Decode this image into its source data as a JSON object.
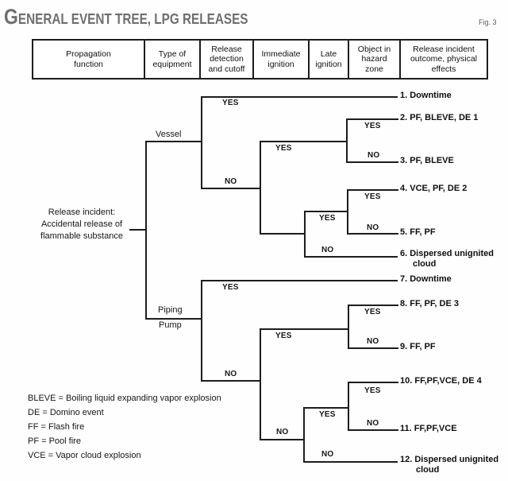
{
  "title": "GENERAL EVENT TREE, LPG RELEASES",
  "fig_label": "Fig. 3",
  "header_columns": [
    "Propagation\nfunction",
    "Type of\nequipment",
    "Release\ndetection\nand cutoff",
    "Immediate\nignition",
    "Late\nignition",
    "Object in\nhazard\nzone",
    "Release incident\noutcome, physical\neffects"
  ],
  "root_label": "Release incident:\nAccidental release of\nflammable substance",
  "labels": {
    "yes": "YES",
    "no": "NO",
    "vessel": "Vessel",
    "piping": "Piping",
    "pump": "Pump"
  },
  "outcomes": [
    {
      "text": "1. Downtime",
      "line2": ""
    },
    {
      "text": "2. PF, BLEVE, DE 1",
      "line2": ""
    },
    {
      "text": "3. PF, BLEVE",
      "line2": ""
    },
    {
      "text": "4. VCE, PF, DE 2",
      "line2": ""
    },
    {
      "text": "5. FF, PF",
      "line2": ""
    },
    {
      "text": "6. Dispersed unignited",
      "line2": "cloud"
    },
    {
      "text": "7. Downtime",
      "line2": ""
    },
    {
      "text": "8. FF, PF, DE 3",
      "line2": ""
    },
    {
      "text": "9. FF, PF",
      "line2": ""
    },
    {
      "text": "10. FF,PF,VCE, DE 4",
      "line2": ""
    },
    {
      "text": "11. FF,PF,VCE",
      "line2": ""
    },
    {
      "text": "12. Dispersed unignited",
      "line2": "cloud"
    }
  ],
  "legend": {
    "items": [
      "BLEVE = Boiling liquid expanding vapor explosion",
      "DE = Domino event",
      "FF = Flash fire",
      "PF = Pool fire",
      "VCE = Vapor cloud explosion"
    ]
  },
  "colors": {
    "line": "#1d1d1d",
    "title": "#6f6f6f",
    "text": "#111111",
    "background": "#ffffff"
  }
}
